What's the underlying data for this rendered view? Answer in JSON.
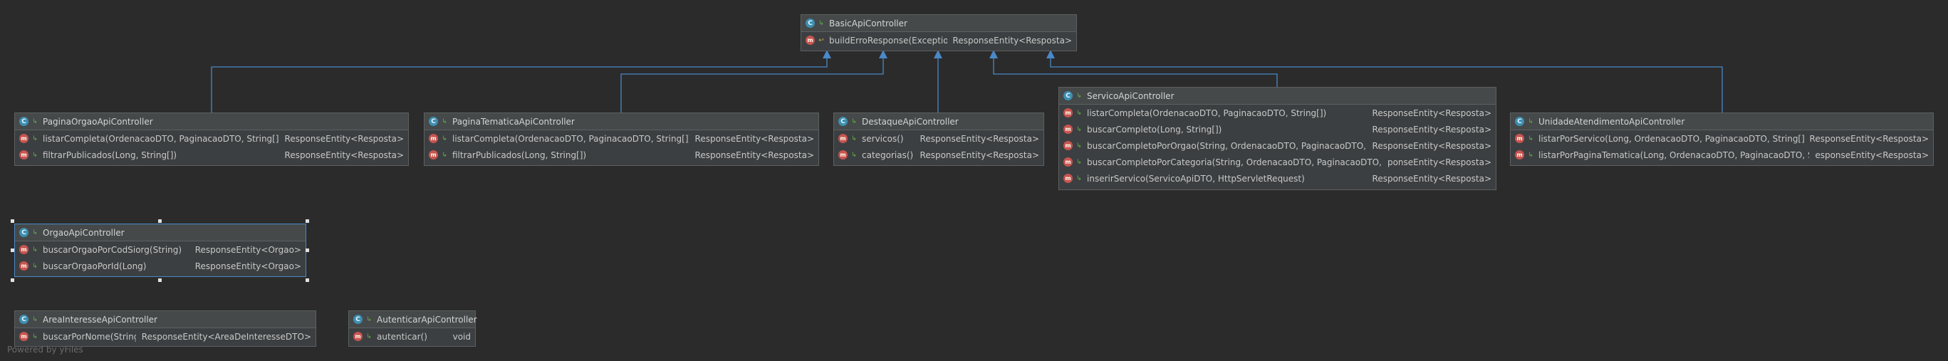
{
  "footer": "Powered by yFiles",
  "classes": {
    "basic": {
      "name": "BasicApiController",
      "methods": [
        {
          "sig": "buildErroResponse(Exception)",
          "ret": "ResponseEntity<Resposta>"
        }
      ]
    },
    "paginaOrgao": {
      "name": "PaginaOrgaoApiController",
      "methods": [
        {
          "sig": "listarCompleta(OrdenacaoDTO, PaginacaoDTO, String[])",
          "ret": "ResponseEntity<Resposta>"
        },
        {
          "sig": "filtrarPublicados(Long, String[])",
          "ret": "ResponseEntity<Resposta>"
        }
      ]
    },
    "paginaTematica": {
      "name": "PaginaTematicaApiController",
      "methods": [
        {
          "sig": "listarCompleta(OrdenacaoDTO, PaginacaoDTO, String[])",
          "ret": "ResponseEntity<Resposta>"
        },
        {
          "sig": "filtrarPublicados(Long, String[])",
          "ret": "ResponseEntity<Resposta>"
        }
      ]
    },
    "destaque": {
      "name": "DestaqueApiController",
      "methods": [
        {
          "sig": "servicos()",
          "ret": "ResponseEntity<Resposta>"
        },
        {
          "sig": "categorias()",
          "ret": "ResponseEntity<Resposta>"
        }
      ]
    },
    "servico": {
      "name": "ServicoApiController",
      "methods": [
        {
          "sig": "listarCompleta(OrdenacaoDTO, PaginacaoDTO, String[])",
          "ret": "ResponseEntity<Resposta>"
        },
        {
          "sig": "buscarCompleto(Long, String[])",
          "ret": "ResponseEntity<Resposta>"
        },
        {
          "sig": "buscarCompletoPorOrgao(String, OrdenacaoDTO, PaginacaoDTO, String[])",
          "ret": "ResponseEntity<Resposta>"
        },
        {
          "sig": "buscarCompletoPorCategoria(String, OrdenacaoDTO, PaginacaoDTO, String[])",
          "ret": "ponseEntity<Resposta>"
        },
        {
          "sig": "inserirServico(ServicoApiDTO, HttpServletRequest)",
          "ret": "ResponseEntity<Resposta>"
        }
      ]
    },
    "unidade": {
      "name": "UnidadeAtendimentoApiController",
      "methods": [
        {
          "sig": "listarPorServico(Long, OrdenacaoDTO, PaginacaoDTO, String[])",
          "ret": "ResponseEntity<Resposta>"
        },
        {
          "sig": "listarPorPaginaTematica(Long, OrdenacaoDTO, PaginacaoDTO, String[])",
          "ret": "esponseEntity<Resposta>"
        }
      ]
    },
    "orgao": {
      "name": "OrgaoApiController",
      "methods": [
        {
          "sig": "buscarOrgaoPorCodSiorg(String)",
          "ret": "ResponseEntity<Orgao>"
        },
        {
          "sig": "buscarOrgaoPorId(Long)",
          "ret": "ResponseEntity<Orgao>"
        }
      ]
    },
    "area": {
      "name": "AreaInteresseApiController",
      "methods": [
        {
          "sig": "buscarPorNome(String)",
          "ret": "ResponseEntity<AreaDeInteresseDTO>"
        }
      ]
    },
    "autenticar": {
      "name": "AutenticarApiController",
      "methods": [
        {
          "sig": "autenticar()",
          "ret": "void"
        }
      ]
    }
  },
  "colors": {
    "background": "#2b2b2b",
    "node": "#3c3f41",
    "edge": "#4a88c7",
    "classIcon": "#3d8fb0",
    "methodIcon": "#c75450"
  }
}
